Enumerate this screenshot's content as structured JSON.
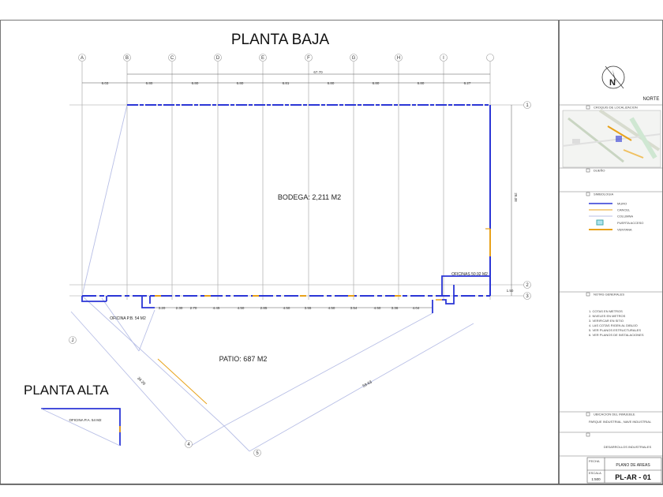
{
  "drawing": {
    "title_main": "PLANTA BAJA",
    "title_upper": "PLANTA ALTA",
    "bodega_label": "BODEGA: 2,211 M2",
    "patio_label": "PATIO: 687 M2",
    "office_upper_label": "OFICINAS 50.92 M2",
    "office_ground_label": "OFICINA P.B. 54 M2",
    "office_upper_plan_label": "OFICINA P.A. 54 M2",
    "overall_dim": "67.70",
    "right_dim": "28.38",
    "right_dim_small": "1.50",
    "diag_dim_left": "34.26",
    "diag_dim_right": "59.63",
    "top_dims": [
      "6.03",
      "6.80",
      "6.80",
      "6.80",
      "6.81",
      "6.80",
      "6.80",
      "6.80",
      "6.27"
    ],
    "inner_dims": [
      "3.20",
      "2.30",
      "2.70",
      "4.45",
      "4.50",
      "2.85",
      "4.50",
      "3.55",
      "4.50",
      "3.54",
      "4.50",
      "3.36",
      "4.04"
    ],
    "grid_top": [
      "A",
      "B",
      "C",
      "D",
      "E",
      "F",
      "G",
      "H",
      "I"
    ],
    "grid_right": [
      "1",
      "2",
      "3"
    ],
    "grid_misc": [
      "J",
      "4",
      "5"
    ]
  },
  "title_block": {
    "north_label": "NORTE",
    "location_heading": "CROQUIS DE LOCALIZACION",
    "symbology_heading": "SIMBOLOGIA",
    "legend": [
      "MURO",
      "CANCEL",
      "COLUMNA",
      "PUERTA ACCESO",
      "VENTANA"
    ],
    "notes_heading": "NOTAS GENERALES",
    "notes": [
      "1. COTAS EN METROS",
      "2. NIVELES EN METROS",
      "3. VERIFICAR EN SITIO",
      "4. LAS COTAS RIGEN AL DIBUJO",
      "5. VER PLANOS ESTRUCTURALES",
      "6. VER PLANOS DE INSTALACIONES"
    ],
    "property_heading": "UBICACION DEL INMUEBLE",
    "property_text": "PARQUE INDUSTRIAL, NAVE INDUSTRIAL",
    "owner_heading": "DUEÑO",
    "company": "DESARROLLOS INDUSTRIALES",
    "scale_label": "ESCALA",
    "scale_value": "1:500",
    "date_label": "FECHA",
    "sheet_title": "PLANO DE AREAS",
    "sheet_number": "PL-AR - 01"
  },
  "colors": {
    "wall": "#2b36d6",
    "door": "#e8a21a",
    "guide": "#b8bfe6",
    "grid": "#a0a0a0"
  }
}
